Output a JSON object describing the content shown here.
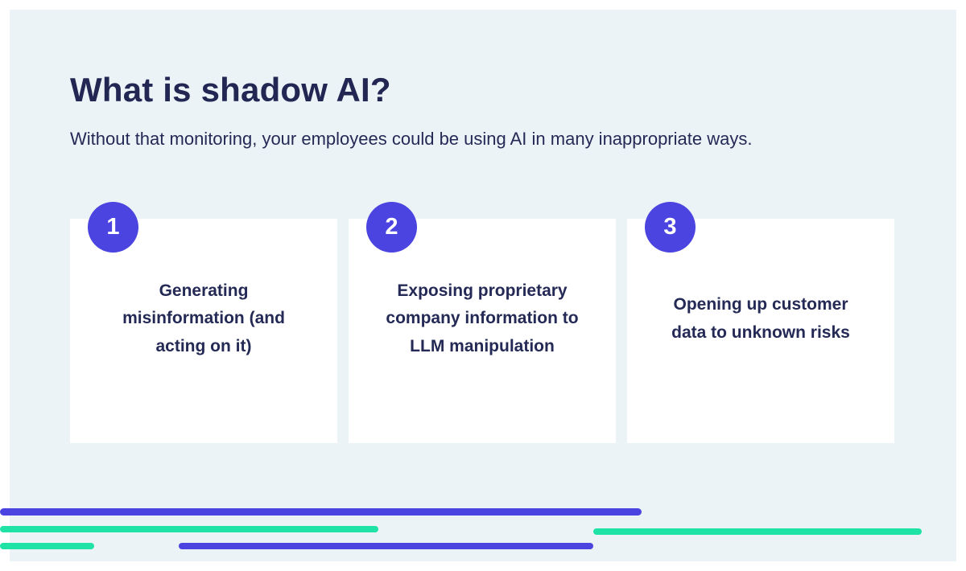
{
  "page": {
    "background_color": "#ecf3f7",
    "frame_color": "#ffffff",
    "text_color": "#242a55",
    "accent_indigo": "#4b44e0",
    "accent_green": "#1fe3a4"
  },
  "header": {
    "title": "What is shadow AI?",
    "subtitle": "Without that monitoring, your employees could be using AI in many inappropriate ways."
  },
  "cards": [
    {
      "number": "1",
      "text": "Generating misinformation (and acting on it)"
    },
    {
      "number": "2",
      "text": "Exposing proprietary company information to LLM manipulation"
    },
    {
      "number": "3",
      "text": "Opening up customer data to unknown risks"
    }
  ],
  "decor_lines": [
    {
      "name": "long-indigo-line",
      "color": "#4b44e0"
    },
    {
      "name": "left-green-line",
      "color": "#1fe3a4"
    },
    {
      "name": "right-green-line",
      "color": "#1fe3a4"
    },
    {
      "name": "bottom-left-green-line",
      "color": "#1fe3a4"
    },
    {
      "name": "bottom-indigo-line",
      "color": "#4b44e0"
    }
  ]
}
